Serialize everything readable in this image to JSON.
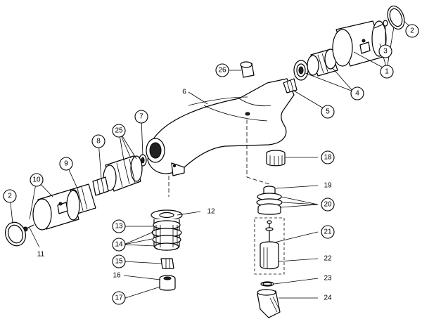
{
  "callouts": {
    "c1": "1",
    "c2a": "2",
    "c2b": "2",
    "c3": "3",
    "c4": "4",
    "c5": "5",
    "c6": "6",
    "c7": "7",
    "c8": "8",
    "c9": "9",
    "c10": "10",
    "c11": "11",
    "c12": "12",
    "c13": "13",
    "c14": "14",
    "c15": "15",
    "c16": "16",
    "c17": "17",
    "c18": "18",
    "c19": "19",
    "c20": "20",
    "c21": "21",
    "c22": "22",
    "c23": "23",
    "c24": "24",
    "c25": "25",
    "c26": "26"
  }
}
